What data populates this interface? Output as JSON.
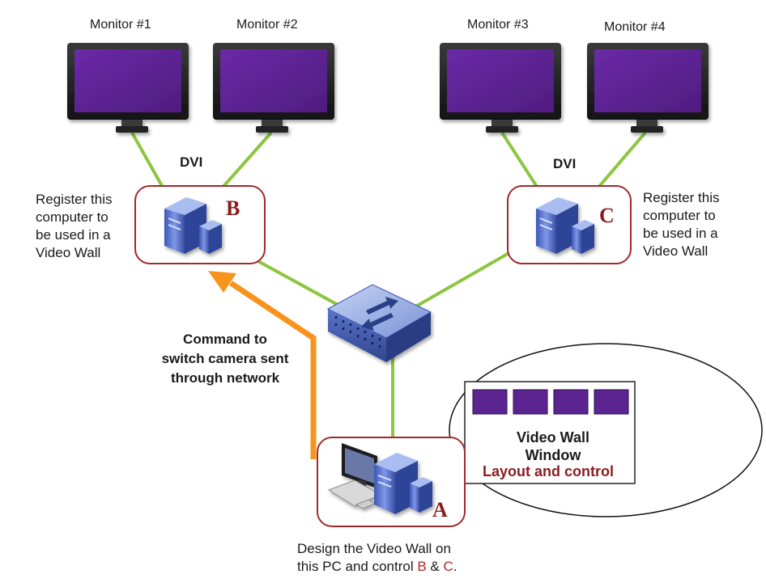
{
  "monitors": [
    {
      "label": "Monitor #1"
    },
    {
      "label": "Monitor #2"
    },
    {
      "label": "Monitor #3"
    },
    {
      "label": "Monitor #4"
    }
  ],
  "dvi_left": "DVI",
  "dvi_right": "DVI",
  "node_b": {
    "letter": "B",
    "note": [
      "Register this",
      "computer to",
      "be used in a",
      "Video Wall"
    ]
  },
  "node_c": {
    "letter": "C",
    "note": [
      "Register this",
      "computer to",
      "be used in a",
      "Video Wall"
    ]
  },
  "node_a": {
    "letter": "A",
    "caption_line1": "Design the Video Wall on",
    "caption_line2_prefix": "this PC and control ",
    "caption_b": "B",
    "caption_amp": " & ",
    "caption_c": "C",
    "caption_end": "."
  },
  "command": [
    "Command to",
    "switch camera sent",
    "through network"
  ],
  "video_wall_window": {
    "title_line1": "Video Wall",
    "title_line2": "Window",
    "subtitle": "Layout and control"
  },
  "colors": {
    "screen_purple": "#5c2491",
    "network_line": "#8cc63f",
    "arrow_orange": "#f7941d",
    "highlight_border": "#a3282b",
    "accent_red": "#b0262c"
  }
}
